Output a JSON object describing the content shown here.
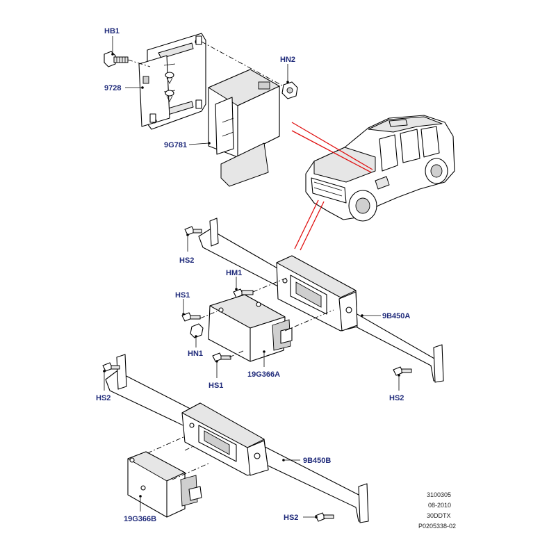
{
  "callouts": {
    "hb1": "HB1",
    "c9728": "9728",
    "hn2": "HN2",
    "c9g781": "9G781",
    "hs2_top": "HS2",
    "hm1": "HM1",
    "hs1_upper": "HS1",
    "c9b450a": "9B450A",
    "hn1": "HN1",
    "hs1_lower": "HS1",
    "c19g366a": "19G366A",
    "hs2_left": "HS2",
    "hs2_right": "HS2",
    "c9b450b": "9B450B",
    "c19g366b": "19G366B",
    "hs2_bottom": "HS2"
  },
  "reference": {
    "line1": "3100305",
    "line2": "08-2010",
    "line3": "30DDTX",
    "line4": "P0205338-02"
  }
}
